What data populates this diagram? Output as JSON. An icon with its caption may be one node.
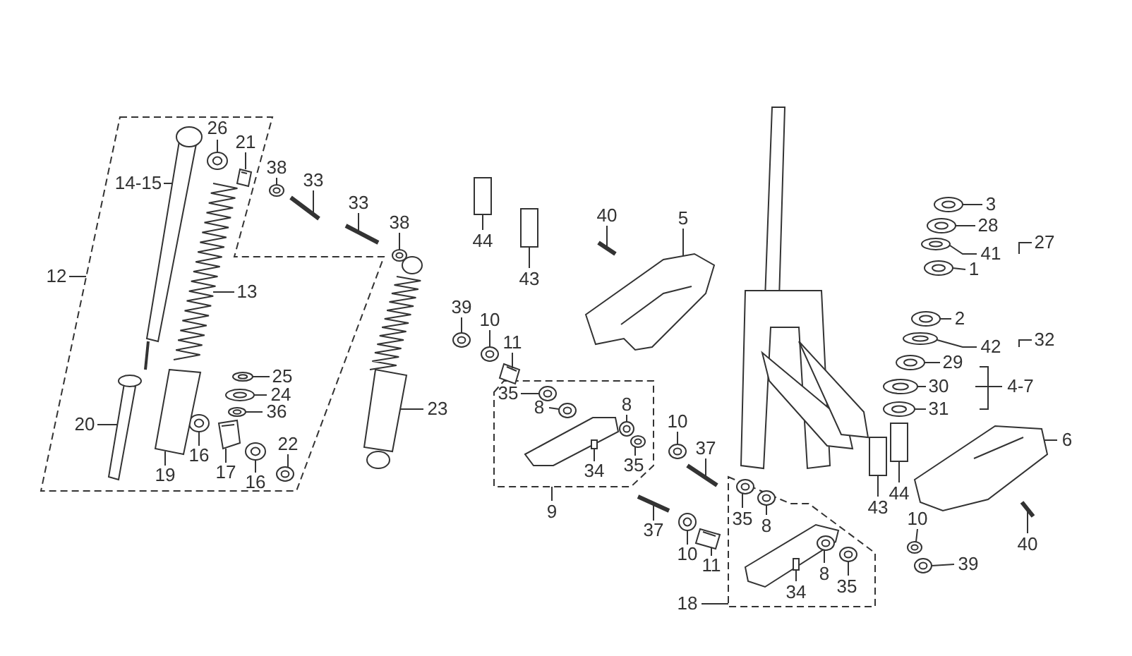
{
  "diagram": {
    "nodes": [
      {
        "text": [
          "26"
        ]
      },
      {
        "text": [
          "21"
        ]
      },
      {
        "text": [
          "14-15"
        ]
      },
      {
        "text": [
          "38"
        ]
      },
      {
        "text": [
          "33"
        ]
      },
      {
        "text": [
          "12"
        ]
      },
      {
        "text": [
          "13"
        ]
      },
      {
        "text": [
          "33"
        ]
      },
      {
        "text": [
          "38"
        ]
      },
      {
        "text": [
          "44"
        ]
      },
      {
        "text": [
          "43"
        ]
      },
      {
        "text": [
          "40"
        ]
      },
      {
        "text": [
          "5"
        ]
      },
      {
        "text": [
          "3"
        ]
      },
      {
        "text": [
          "28"
        ]
      },
      {
        "text": [
          "41"
        ]
      },
      {
        "text": [
          "27"
        ]
      },
      {
        "text": [
          "1"
        ]
      },
      {
        "text": [
          "39"
        ]
      },
      {
        "text": [
          "10"
        ]
      },
      {
        "text": [
          "11"
        ]
      },
      {
        "text": [
          "2"
        ]
      },
      {
        "text": [
          "42"
        ]
      },
      {
        "text": [
          "32"
        ]
      },
      {
        "text": [
          "29"
        ]
      },
      {
        "text": [
          "4-7"
        ]
      },
      {
        "text": [
          "25"
        ]
      },
      {
        "text": [
          "30"
        ]
      },
      {
        "text": [
          "23"
        ]
      },
      {
        "text": [
          "24"
        ]
      },
      {
        "text": [
          "31"
        ]
      },
      {
        "text": [
          "36"
        ]
      },
      {
        "text": [
          "35"
        ]
      },
      {
        "text": [
          "8"
        ]
      },
      {
        "text": [
          "8"
        ]
      },
      {
        "text": [
          "10"
        ]
      },
      {
        "text": [
          "20"
        ]
      },
      {
        "text": [
          "6"
        ]
      },
      {
        "text": [
          "22"
        ]
      },
      {
        "text": [
          "37"
        ]
      },
      {
        "text": [
          "16"
        ]
      },
      {
        "text": [
          "35"
        ]
      },
      {
        "text": [
          "34"
        ]
      },
      {
        "text": [
          "17"
        ]
      },
      {
        "text": [
          "19"
        ]
      },
      {
        "text": [
          "16"
        ]
      },
      {
        "text": [
          "43"
        ]
      },
      {
        "text": [
          "44"
        ]
      },
      {
        "text": [
          "9"
        ]
      },
      {
        "text": [
          "35"
        ]
      },
      {
        "text": [
          "10"
        ]
      },
      {
        "text": [
          "8"
        ]
      },
      {
        "text": [
          "37"
        ]
      },
      {
        "text": [
          "40"
        ]
      },
      {
        "text": [
          "10"
        ]
      },
      {
        "text": [
          "11"
        ]
      },
      {
        "text": [
          "39"
        ]
      },
      {
        "text": [
          "8"
        ]
      },
      {
        "text": [
          "35"
        ]
      },
      {
        "text": [
          "34"
        ]
      },
      {
        "text": [
          "18"
        ]
      },
      {
        "text": [],
        "shape": "picture"
      },
      {
        "text": [],
        "shape": "picture"
      },
      {
        "text": [],
        "shape": "picture"
      },
      {
        "text": [],
        "shape": "picture"
      },
      {
        "text": [],
        "shape": "picture"
      },
      {
        "text": [],
        "shape": "picture"
      },
      {
        "text": [],
        "shape": "picture"
      },
      {
        "text": [],
        "shape": "picture"
      },
      {
        "text": [],
        "shape": "picture"
      },
      {
        "text": [],
        "shape": "picture"
      },
      {
        "text": [],
        "shape": "picture"
      },
      {
        "text": [],
        "shape": "picture"
      },
      {
        "text": [],
        "shape": "picture"
      },
      {
        "text": [],
        "shape": "picture"
      },
      {
        "text": [],
        "shape": "picture"
      },
      {
        "text": [],
        "shape": "picture"
      },
      {
        "text": [],
        "shape": "picture"
      },
      {
        "text": [],
        "shape": "picture"
      },
      {
        "text": [],
        "shape": "picture"
      },
      {
        "text": [],
        "shape": "picture"
      },
      {
        "text": [],
        "shape": "picture"
      },
      {
        "text": [],
        "shape": "picture"
      },
      {
        "text": [],
        "shape": "picture"
      },
      {
        "text": [],
        "shape": "picture"
      },
      {
        "text": [],
        "shape": "picture"
      },
      {
        "text": [],
        "shape": "picture"
      },
      {
        "text": [],
        "shape": "picture"
      },
      {
        "text": [],
        "shape": "picture"
      },
      {
        "text": [],
        "shape": "picture"
      },
      {
        "text": [],
        "shape": "picture"
      },
      {
        "text": [],
        "shape": "picture"
      },
      {
        "text": [],
        "shape": "picture"
      },
      {
        "text": [],
        "shape": "picture"
      },
      {
        "text": [],
        "shape": "picture"
      },
      {
        "text": [],
        "shape": "picture"
      },
      {
        "text": [],
        "shape": "picture"
      },
      {
        "text": [],
        "shape": "picture"
      },
      {
        "text": [],
        "shape": "picture"
      },
      {
        "text": [],
        "shape": "picture"
      },
      {
        "text": [],
        "shape": "picture"
      },
      {
        "text": [],
        "shape": "picture"
      },
      {
        "text": [],
        "shape": "picture"
      },
      {
        "text": [],
        "shape": "picture"
      },
      {
        "text": [],
        "shape": "picture"
      },
      {
        "text": [],
        "shape": "picture"
      },
      {
        "text": [],
        "shape": "picture"
      },
      {
        "text": [],
        "shape": "picture"
      },
      {
        "text": [],
        "shape": "picture"
      },
      {
        "text": [],
        "shape": "picture"
      },
      {
        "text": [],
        "shape": "picture"
      },
      {
        "text": [],
        "shape": "picture"
      },
      {
        "text": [],
        "shape": "picture"
      },
      {
        "text": [],
        "shape": "picture"
      },
      {
        "text": [],
        "shape": "picture"
      },
      {
        "text": [],
        "shape": "picture"
      },
      {
        "text": [],
        "shape": "bar"
      }
    ],
    "edges": [
      {
        "from": 0,
        "to": 61,
        "arrow": "none"
      },
      {
        "from": 1,
        "to": 62,
        "arrow": "none"
      },
      {
        "from": 2,
        "to": 63,
        "arrow": "none"
      },
      {
        "from": 3,
        "to": 64,
        "arrow": "none"
      },
      {
        "from": 4,
        "to": 65,
        "arrow": "none"
      },
      {
        "from": 5,
        "to": null,
        "arrow": "none"
      },
      {
        "from": 6,
        "to": 66,
        "arrow": "none"
      },
      {
        "from": 7,
        "to": 67,
        "arrow": "none"
      },
      {
        "from": 8,
        "to": 68,
        "arrow": "none"
      },
      {
        "from": 9,
        "to": 69,
        "arrow": "none"
      },
      {
        "from": 10,
        "to": 70,
        "arrow": "none"
      },
      {
        "from": 11,
        "to": 71,
        "arrow": "none"
      },
      {
        "from": 12,
        "to": 72,
        "arrow": "none"
      },
      {
        "from": 13,
        "to": 73,
        "arrow": "none"
      },
      {
        "from": 14,
        "to": 74,
        "arrow": "none"
      },
      {
        "from": 15,
        "to": 75,
        "arrow": "none"
      },
      {
        "from": 16,
        "to": null,
        "arrow": "none"
      },
      {
        "from": 17,
        "to": 76,
        "arrow": "none"
      },
      {
        "from": 18,
        "to": 77,
        "arrow": "none"
      },
      {
        "from": 19,
        "to": 78,
        "arrow": "none"
      },
      {
        "from": 20,
        "to": 79,
        "arrow": "none"
      },
      {
        "from": 21,
        "to": 80,
        "arrow": "none"
      },
      {
        "from": 22,
        "to": 81,
        "arrow": "none"
      },
      {
        "from": 23,
        "to": null,
        "arrow": "none"
      },
      {
        "from": 24,
        "to": 82,
        "arrow": "none"
      },
      {
        "from": 25,
        "to": 116,
        "arrow": "none"
      },
      {
        "from": 26,
        "to": 83,
        "arrow": "none"
      },
      {
        "from": 27,
        "to": 84,
        "arrow": "none"
      },
      {
        "from": 28,
        "to": 85,
        "arrow": "none"
      },
      {
        "from": 29,
        "to": 86,
        "arrow": "none"
      },
      {
        "from": 30,
        "to": 87,
        "arrow": "none"
      },
      {
        "from": 31,
        "to": 88,
        "arrow": "none"
      },
      {
        "from": 32,
        "to": 89,
        "arrow": "none"
      },
      {
        "from": 33,
        "to": 90,
        "arrow": "none"
      },
      {
        "from": 34,
        "to": 91,
        "arrow": "none"
      },
      {
        "from": 35,
        "to": 92,
        "arrow": "none"
      },
      {
        "from": 36,
        "to": 93,
        "arrow": "none"
      },
      {
        "from": 37,
        "to": 94,
        "arrow": "none"
      },
      {
        "from": 38,
        "to": 95,
        "arrow": "none"
      },
      {
        "from": 39,
        "to": 96,
        "arrow": "none"
      },
      {
        "from": 40,
        "to": 97,
        "arrow": "none"
      },
      {
        "from": 41,
        "to": 98,
        "arrow": "none"
      },
      {
        "from": 42,
        "to": 99,
        "arrow": "none"
      },
      {
        "from": 43,
        "to": 100,
        "arrow": "none"
      },
      {
        "from": 44,
        "to": 101,
        "arrow": "none"
      },
      {
        "from": 45,
        "to": 102,
        "arrow": "none"
      },
      {
        "from": 46,
        "to": 103,
        "arrow": "none"
      },
      {
        "from": 47,
        "to": 104,
        "arrow": "none"
      },
      {
        "from": 48,
        "to": null,
        "arrow": "none"
      },
      {
        "from": 49,
        "to": 105,
        "arrow": "none"
      },
      {
        "from": 50,
        "to": 106,
        "arrow": "none"
      },
      {
        "from": 51,
        "to": 107,
        "arrow": "none"
      },
      {
        "from": 52,
        "to": 108,
        "arrow": "none"
      },
      {
        "from": 53,
        "to": 109,
        "arrow": "none"
      },
      {
        "from": 54,
        "to": 110,
        "arrow": "none"
      },
      {
        "from": 55,
        "to": 111,
        "arrow": "none"
      },
      {
        "from": 56,
        "to": 112,
        "arrow": "none"
      },
      {
        "from": 57,
        "to": 113,
        "arrow": "none"
      },
      {
        "from": 58,
        "to": 114,
        "arrow": "none"
      },
      {
        "from": 59,
        "to": 115,
        "arrow": "none"
      },
      {
        "from": 60,
        "to": null,
        "arrow": "none"
      }
    ]
  }
}
